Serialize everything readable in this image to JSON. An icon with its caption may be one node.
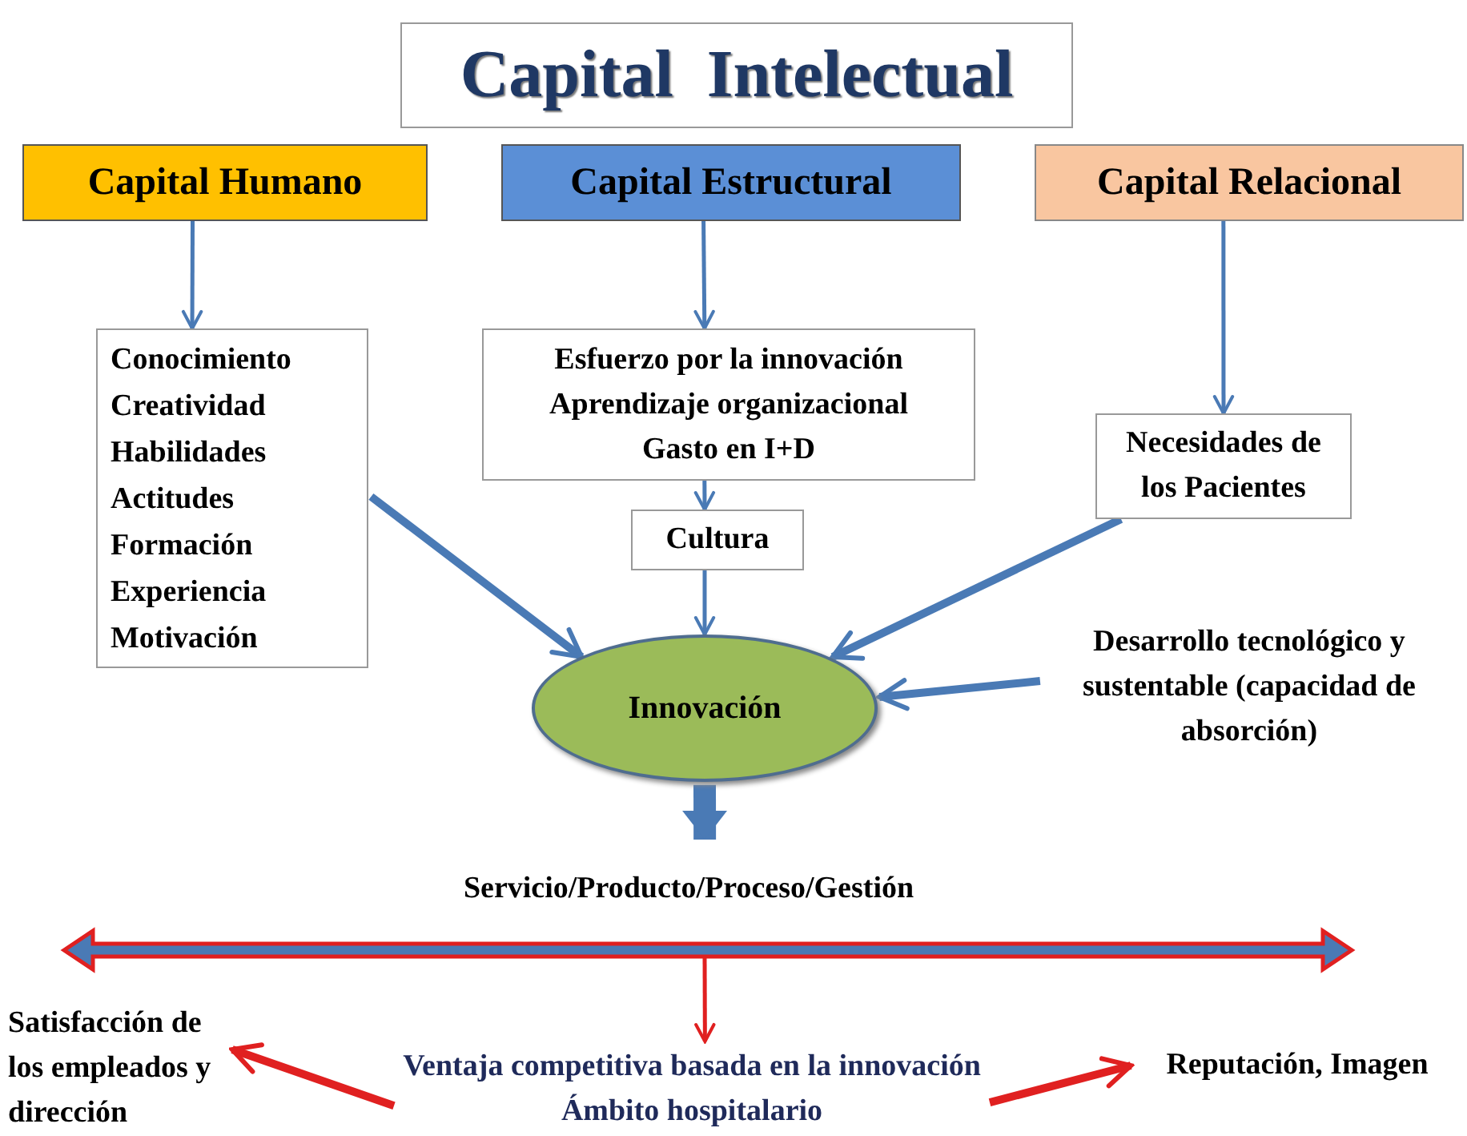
{
  "diagram": {
    "nodes": [
      {
        "text": [
          "Capital  Intelectual"
        ]
      },
      {
        "text": [
          "Capital Humano"
        ]
      },
      {
        "text": [
          "Capital Estructural"
        ]
      },
      {
        "text": [
          "Capital Relacional"
        ]
      },
      {
        "text": [
          "Conocimiento",
          "Creatividad",
          "Habilidades",
          "Actitudes",
          "Formación",
          "Experiencia",
          "Motivación"
        ]
      },
      {
        "text": [
          "Esfuerzo por la innovación",
          "Aprendizaje organizacional",
          "Gasto en I+D"
        ]
      },
      {
        "text": [
          "Cultura"
        ]
      },
      {
        "text": [
          "Necesidades de los Pacientes"
        ]
      },
      {
        "text": [
          "Innovación"
        ]
      },
      {
        "text": [
          "Desarrollo tecnológico y sustentable (capacidad de absorción)"
        ]
      },
      {
        "text": [
          "Servicio/Producto/Proceso/Gestión"
        ]
      },
      {
        "text": [
          "Ventaja competitiva basada en la innovación",
          "Ámbito hospitalario"
        ]
      },
      {
        "text": [
          "Satisfacción de los empleados y dirección"
        ]
      },
      {
        "text": [
          "Reputación, Imagen"
        ]
      }
    ],
    "edges": [
      {
        "from": 1,
        "to": 4,
        "arrow": "to"
      },
      {
        "from": 2,
        "to": 5,
        "arrow": "to"
      },
      {
        "from": 5,
        "to": 6,
        "arrow": "to"
      },
      {
        "from": 6,
        "to": 8,
        "arrow": "to"
      },
      {
        "from": 3,
        "to": 7,
        "arrow": "to"
      },
      {
        "from": 4,
        "to": 8,
        "arrow": "to",
        "style": "thick"
      },
      {
        "from": 7,
        "to": 8,
        "arrow": "to",
        "style": "thick"
      },
      {
        "from": 9,
        "to": 8,
        "arrow": "to",
        "style": "thick"
      },
      {
        "from": 8,
        "to": 10,
        "arrow": "to",
        "style": "thick"
      },
      {
        "from": null,
        "to": 11,
        "arrow": "to",
        "color": "#e02020"
      },
      {
        "from": 11,
        "to": 12,
        "arrow": "to",
        "style": "thick",
        "color": "#e02020"
      },
      {
        "from": 11,
        "to": 13,
        "arrow": "to",
        "style": "thick",
        "color": "#e02020"
      }
    ]
  }
}
